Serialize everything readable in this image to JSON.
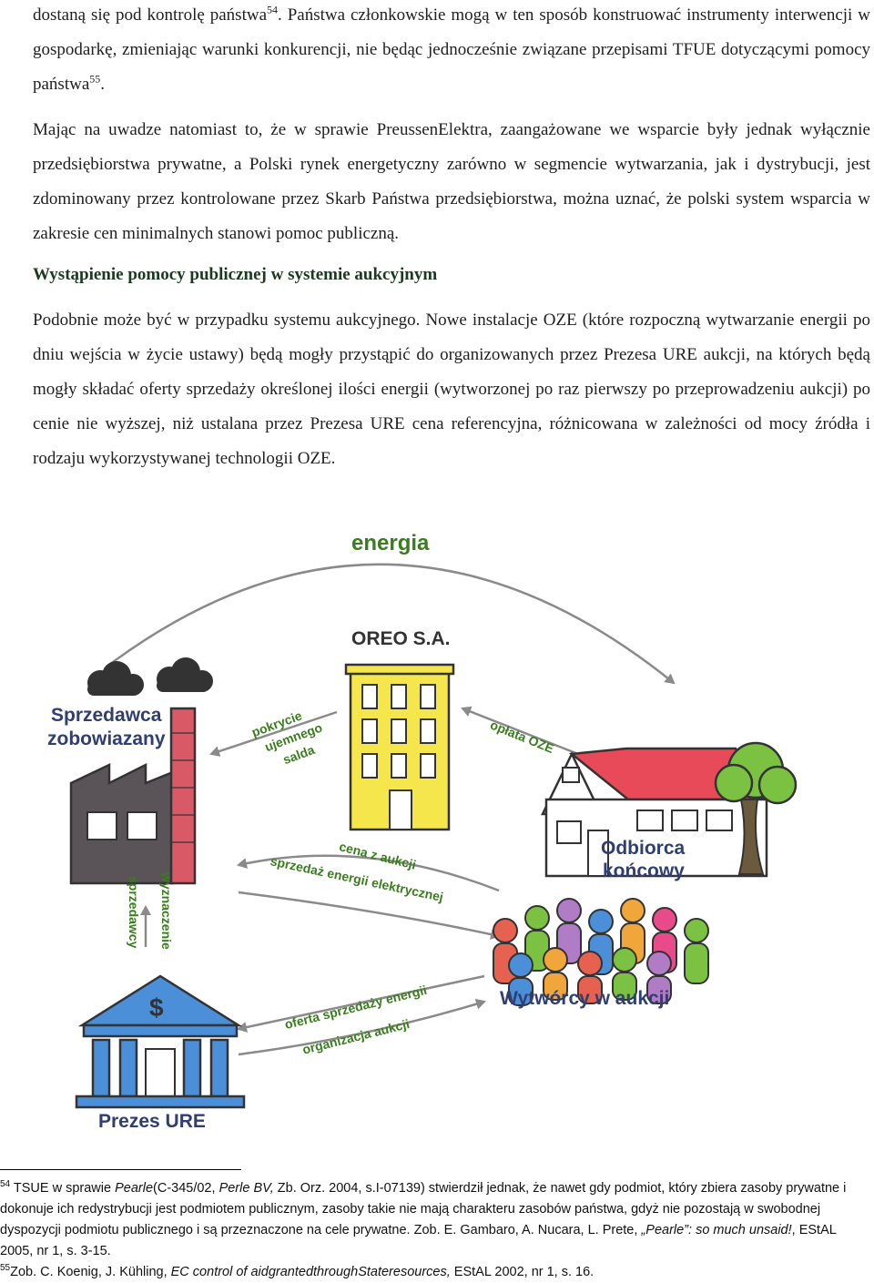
{
  "paragraphs": {
    "p1_a": "dostaną się pod kontrolę państwa",
    "p1_ref1": "54",
    "p1_b": ". Państwa członkowskie mogą w ten sposób konstruować instrumenty interwencji w gospodarkę, zmieniając warunki konkurencji, nie będąc jednocześnie związane przepisami TFUE dotyczącymi pomocy państwa",
    "p1_ref2": "55",
    "p1_c": ".",
    "p2": "Mając na uwadze natomiast to, że w sprawie PreussenElektra, zaangażowane we wsparcie były jednak wyłącznie przedsiębiorstwa prywatne, a Polski rynek energetyczny zarówno w segmencie wytwarzania, jak i dystrybucji, jest zdominowany przez kontrolowane przez Skarb Państwa przedsiębiorstwa, można uznać, że polski system wsparcia w zakresie cen minimalnych stanowi pomoc publiczną.",
    "heading": "Wystąpienie pomocy publicznej w systemie aukcyjnym",
    "p3": "Podobnie może być w przypadku systemu aukcyjnego. Nowe instalacje OZE (które rozpoczną wytwarzanie energii po dniu wejścia w życie ustawy) będą mogły przystąpić do organizowanych przez Prezesa URE aukcji, na których będą mogły składać oferty sprzedaży określonej ilości energii (wytworzonej po raz pierwszy po przeprowadzeniu aukcji) po cenie nie wyższej, niż ustalana przez Prezesa URE cena referencyjna, różnicowana w zależności od mocy źródła i rodzaju wykorzystywanej technologii OZE."
  },
  "diagram": {
    "energia": "energia",
    "oreo": "OREO S.A.",
    "seller_line1": "Sprzedawca",
    "seller_line2": "zobowiazany",
    "covering_line1": "pokrycie",
    "covering_line2": "ujemnego",
    "covering_line3": "salda",
    "fee": "opłata OZE",
    "end_user_line1": "Odbiorca",
    "end_user_line2": "końcowy",
    "auction_price": "cena z aukcji",
    "sale": "sprzedaż energii elektrycznej",
    "designation_line1": "wyznaczenie",
    "designation_line2": "sprzedawcy",
    "offer": "oferta sprzedaży energii",
    "organization": "organizacja aukcji",
    "producers": "Wytwórcy w aukcji",
    "president": "Prezes URE",
    "dollar": "$",
    "colors": {
      "green_label": "#3a7d1e",
      "blue_label": "#2f3e73",
      "arrow": "#8a8a8a",
      "building": "#f5e64b",
      "roof": "#e84a5a",
      "brick": "#d95a66",
      "tree": "#7cc242"
    }
  },
  "footnotes": {
    "fn54_num": "54",
    "fn54_a": " TSUE w sprawie ",
    "fn54_b": "Pearle",
    "fn54_c": "(C-345/02, ",
    "fn54_d": "Perle BV,",
    "fn54_e": " Zb. Orz. 2004, s.I-07139) stwierdził jednak, że nawet gdy podmiot, który zbiera zasoby prywatne i dokonuje ich redystrybucji jest podmiotem publicznym, zasoby takie nie mają charakteru zasobów państwa, gdyż nie pozostają w swobodnej dyspozycji podmiotu publicznego i są przeznaczone na cele prywatne. Zob. E. Gambaro, A. Nucara, L. Prete, ",
    "fn54_f": "„Pearle”: so much unsaid!",
    "fn54_g": ", EStAL 2005, nr 1, s. 3-15.",
    "fn55_num": "55",
    "fn55_a": "Zob. C. Koenig, J. Kühling, ",
    "fn55_b": "EC control of aidgrantedthroughStateresources,",
    "fn55_c": " EStAL 2002, nr 1, s. 16."
  }
}
